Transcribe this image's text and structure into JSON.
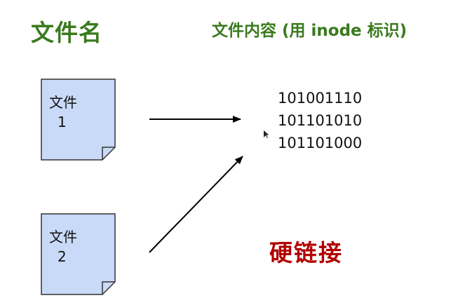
{
  "diagram": {
    "left_title": "文件名",
    "right_title": "文件内容 (用 inode 标识)",
    "files": [
      {
        "label": "文件",
        "number": "1"
      },
      {
        "label": "文件",
        "number": "2"
      }
    ],
    "content_lines": [
      "101001110",
      "101101010",
      "101101000"
    ],
    "link_label": "硬链接"
  },
  "colors": {
    "title_green": "#3a7a1e",
    "link_red": "#b20000",
    "doc_fill": "#c9daf8",
    "doc_stroke": "#333333"
  }
}
